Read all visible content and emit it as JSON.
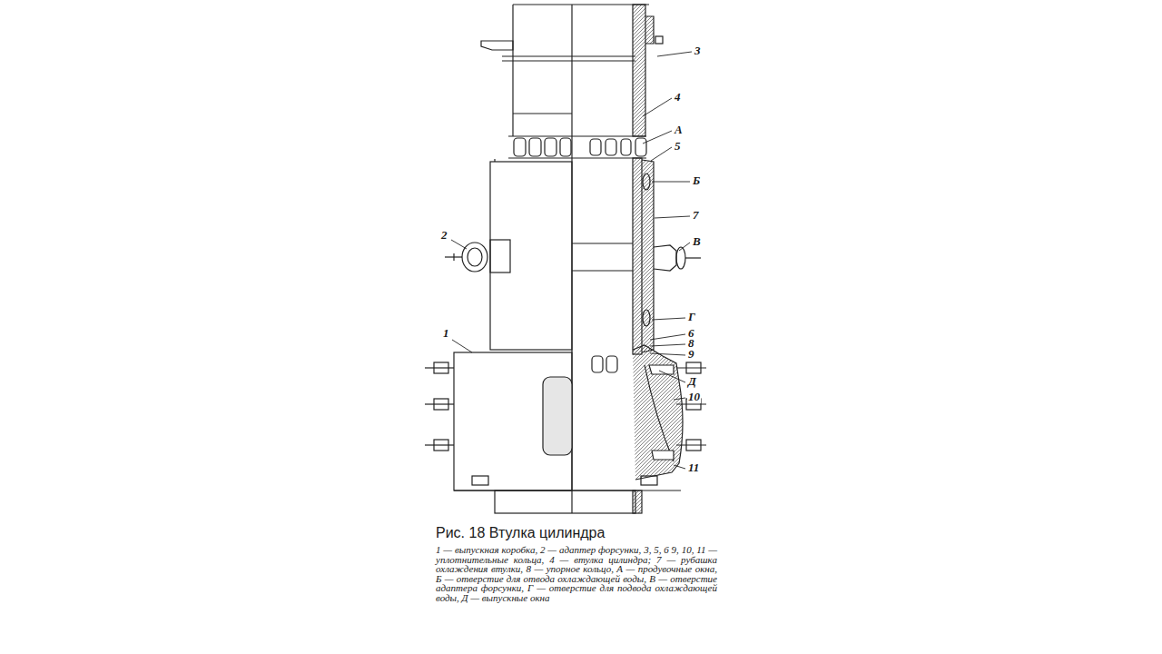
{
  "diagram": {
    "caption": "Рис. 18 Втулка цилиндра",
    "labels": [
      "3",
      "4",
      "А",
      "5",
      "Б",
      "7",
      "В",
      "2",
      "Г",
      "6",
      "8",
      "9",
      "1",
      "Д",
      "10",
      "11",
      "1 — выпускная коробка, 2 — адаптер форсунки, 3, 5, 6 9, 10, 11 — уплотнительные кольца, 4 — втулка цилиндра; 7 — рубашка охлаждения втулки, 8 — упорное кольцо, А — продувочные окна, Б — отверстие для отвода охлаждающей воды, В — отверстие адаптера форсунки, Г — отверстие для подвода охлаждающей воды, Д — выпускные окна"
    ]
  }
}
